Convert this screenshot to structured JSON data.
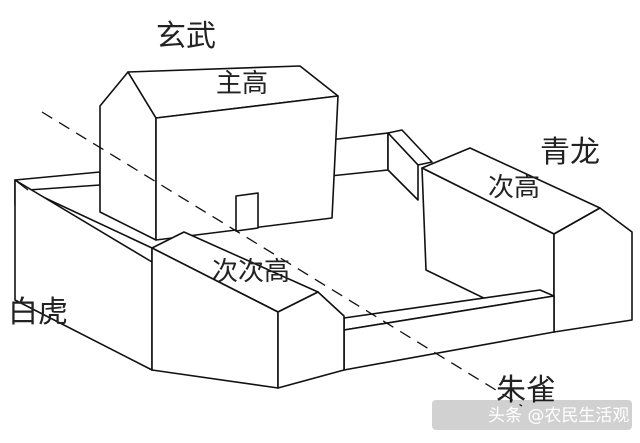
{
  "directions": {
    "north": "玄武",
    "east": "青龙",
    "west": "白虎",
    "south": "朱雀"
  },
  "houses": {
    "main": "主高",
    "east_side": "次高",
    "west_side": "次次高"
  },
  "watermark": {
    "text": "头条 @农民生活观"
  }
}
